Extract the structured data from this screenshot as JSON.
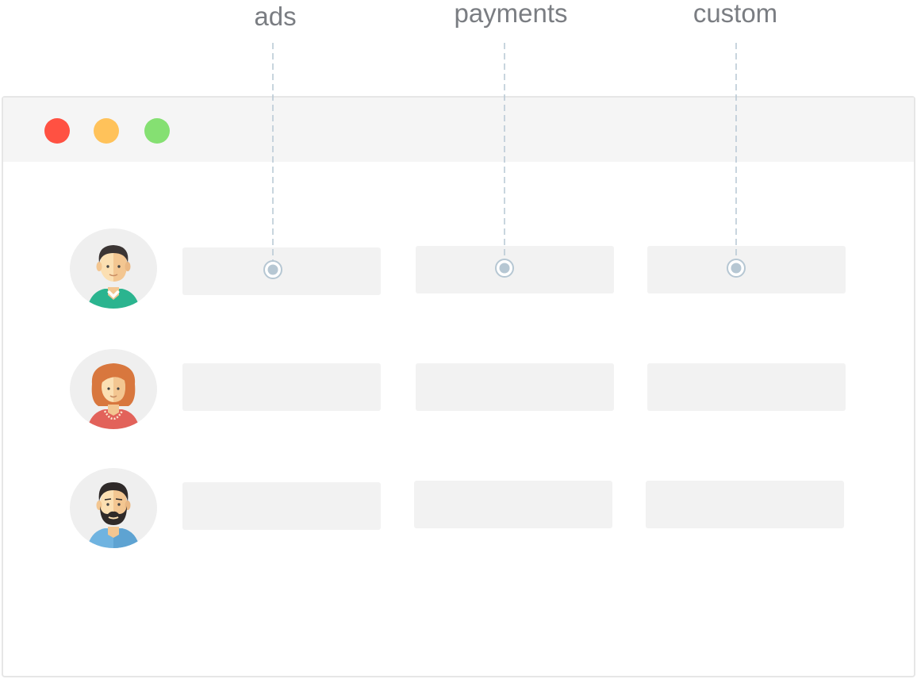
{
  "labels": {
    "ads": "ads",
    "payments": "payments",
    "custom": "custom"
  },
  "colors": {
    "label_text": "#7a7d82",
    "window_border": "#e6e6e6",
    "titlebar": "#f5f5f5",
    "dot_red": "#ff5142",
    "dot_yellow": "#ffc25a",
    "dot_green": "#85e072",
    "cell": "#f2f2f2",
    "connector": "#b6c7d3"
  },
  "window_controls": [
    "close",
    "minimize",
    "maximize"
  ],
  "rows": [
    {
      "avatar": "man-green-shirt-avatar"
    },
    {
      "avatar": "woman-red-hair-avatar"
    },
    {
      "avatar": "bearded-man-blue-shirt-avatar"
    }
  ]
}
